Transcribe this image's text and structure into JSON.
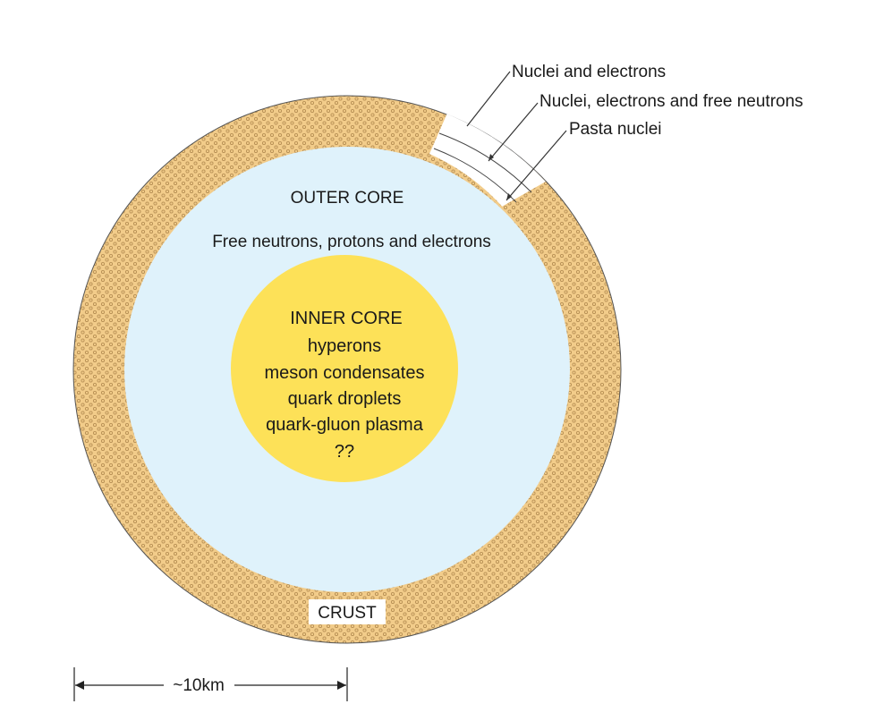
{
  "labels": {
    "crust_layer_1": "Nuclei and electrons",
    "crust_layer_2": "Nuclei, electrons and free neutrons",
    "crust_layer_3": "Pasta nuclei",
    "outer_core_title": "OUTER CORE",
    "outer_core_content": "Free neutrons, protons and electrons",
    "inner_core_title": "INNER CORE",
    "inner_core_items": [
      "hyperons",
      "meson condensates",
      "quark droplets",
      "quark-gluon plasma",
      "??"
    ],
    "crust": "CRUST",
    "scale": "~10km"
  },
  "colors": {
    "crust": "#f2cc8a",
    "crust_dots": "#c9a25e",
    "outer_core": "#dff2fb",
    "inner_core": "#fde158",
    "outline": "#2a2a2a"
  }
}
